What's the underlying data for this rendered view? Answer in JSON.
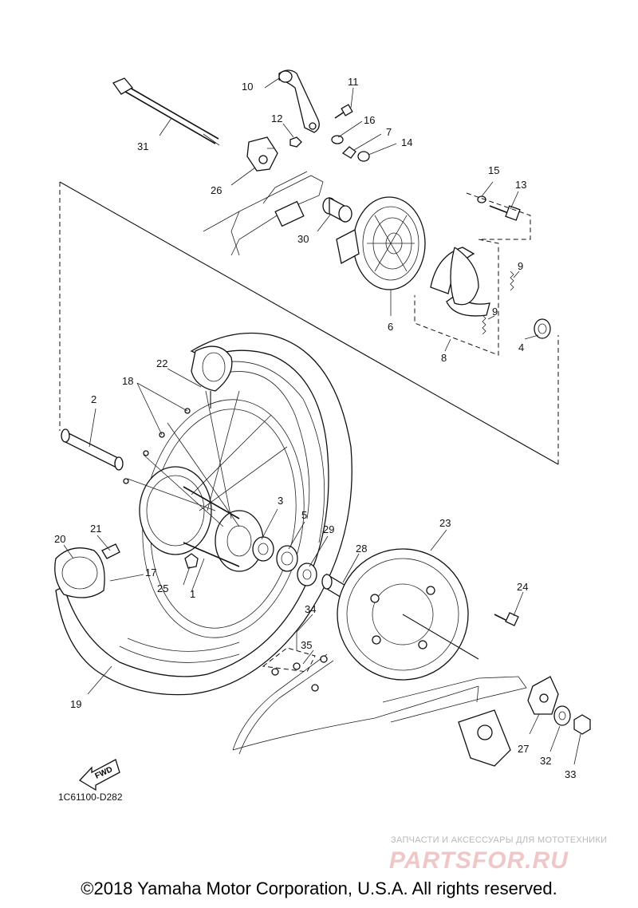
{
  "diagram": {
    "drawing_code": "1C61100-D282",
    "fwd_label": "FWD",
    "callouts": [
      "1",
      "2",
      "3",
      "4",
      "5",
      "6",
      "7",
      "8",
      "9",
      "9",
      "10",
      "11",
      "12",
      "13",
      "14",
      "15",
      "16",
      "17",
      "18",
      "19",
      "20",
      "21",
      "22",
      "23",
      "24",
      "25",
      "26",
      "27",
      "28",
      "29",
      "30",
      "31",
      "32",
      "33",
      "34",
      "35"
    ]
  },
  "watermark": {
    "tagline": "ЗАПЧАСТИ И АКСЕССУАРЫ ДЛЯ МОТОТЕХНИКИ",
    "logo": "PARTSFOR.RU"
  },
  "footer": {
    "copyright": "©2018 Yamaha Motor Corporation, U.S.A. All rights reserved."
  },
  "colors": {
    "ink": "#111111",
    "background": "#ffffff",
    "watermark_logo": "#f0c7c7",
    "watermark_text": "#b8b8b8"
  }
}
